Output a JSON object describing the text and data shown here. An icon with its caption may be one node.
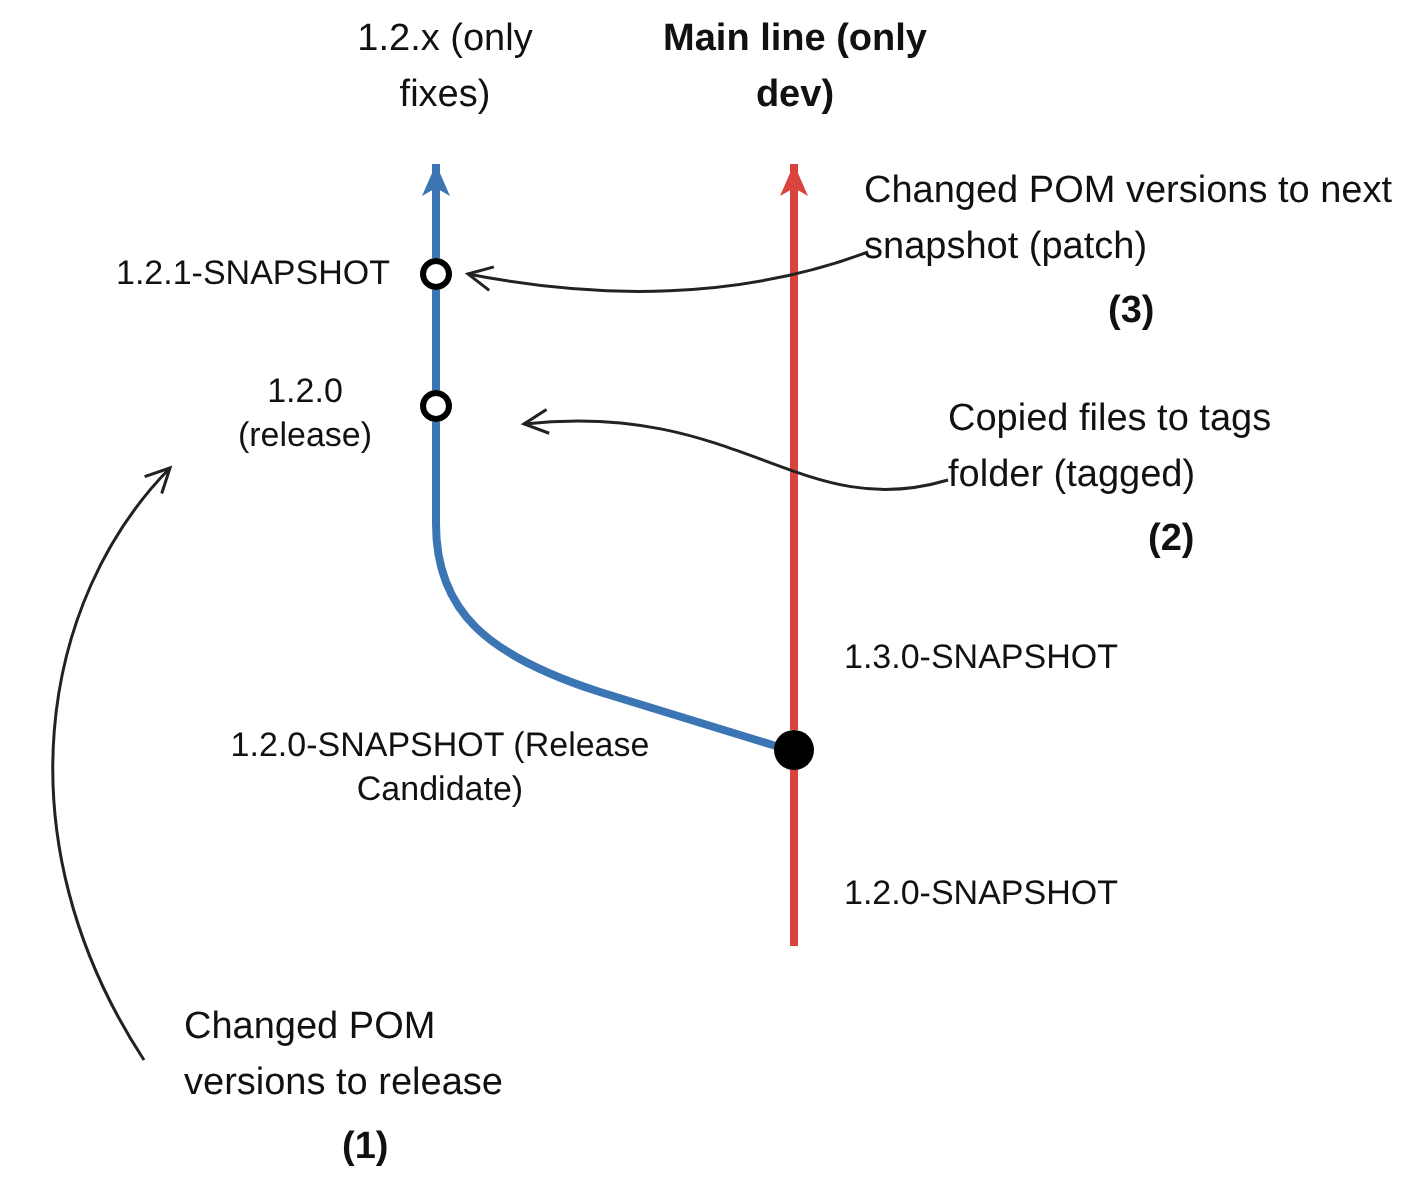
{
  "diagram": {
    "nodes": [
      {
        "text": [
          "1.2.x (only fixes)"
        ]
      },
      {
        "text": [
          "Main line (only dev)"
        ]
      },
      {
        "text": [],
        "shape": "circle",
        "beside": [
          "1.2.1-SNAPSHOT"
        ]
      },
      {
        "text": [],
        "shape": "circle",
        "beside": [
          "1.2.0 (release)"
        ]
      },
      {
        "text": [],
        "shape": "circle",
        "beside": [
          "1.2.0-SNAPSHOT (Release Candidate)"
        ]
      },
      {
        "text": [
          "Changed POM versions to next snapshot (patch)",
          "(3)"
        ]
      },
      {
        "text": [
          "Copied files to tags folder (tagged)",
          "(2)"
        ]
      },
      {
        "text": [
          "Changed POM versions to release",
          "(1)"
        ]
      }
    ],
    "edges": [
      {
        "from": 4,
        "to": 3,
        "arrow": "none",
        "color": "#3b75b3"
      },
      {
        "from": 3,
        "to": 2,
        "arrow": "none",
        "color": "#3b75b3"
      },
      {
        "from": 2,
        "to": 0,
        "arrow": "to",
        "color": "#3b75b3"
      },
      {
        "from": null,
        "to": 4,
        "arrow": "none",
        "color": "#d9443f"
      },
      {
        "from": 4,
        "to": 1,
        "arrow": "to",
        "color": "#d9443f"
      },
      {
        "from": 5,
        "to": 2,
        "arrow": "to",
        "color": "#222222"
      },
      {
        "from": 6,
        "to": 3,
        "arrow": "to",
        "color": "#222222"
      },
      {
        "from": 7,
        "to": 3,
        "arrow": "to",
        "color": "#222222"
      }
    ],
    "labels": [
      "1.3.0-SNAPSHOT",
      "1.2.0-SNAPSHOT"
    ]
  }
}
